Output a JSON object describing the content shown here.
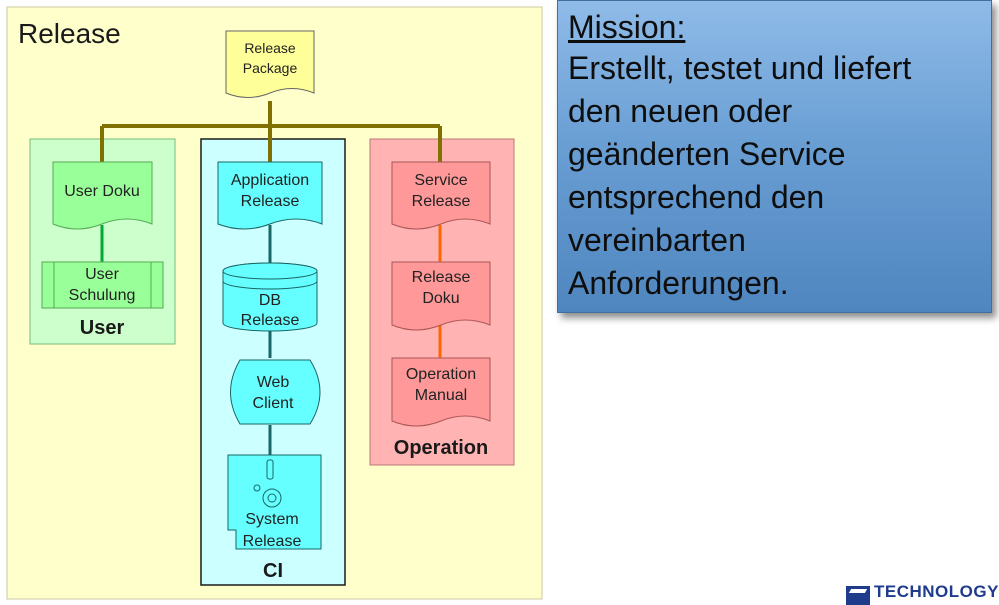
{
  "diagram": {
    "title": "Release",
    "root_node": {
      "label_lines": [
        "Release",
        "Package"
      ]
    },
    "groups": {
      "user": {
        "label": "User",
        "nodes": [
          {
            "label_lines": [
              "User Doku"
            ]
          },
          {
            "label_lines": [
              "User",
              "Schulung"
            ]
          }
        ]
      },
      "ci": {
        "label": "CI",
        "nodes": [
          {
            "label_lines": [
              "Application",
              "Release"
            ]
          },
          {
            "label_lines": [
              "DB",
              "Release"
            ]
          },
          {
            "label_lines": [
              "Web",
              "Client"
            ]
          },
          {
            "label_lines": [
              "System",
              "Release"
            ]
          }
        ]
      },
      "operation": {
        "label": "Operation",
        "nodes": [
          {
            "label_lines": [
              "Service",
              "Release"
            ]
          },
          {
            "label_lines": [
              "Release",
              "Doku"
            ]
          },
          {
            "label_lines": [
              "Operation",
              "Manual"
            ]
          }
        ]
      }
    }
  },
  "mission": {
    "heading": "Mission:",
    "lines": [
      "Erstellt, testet und liefert",
      "den neuen oder",
      "geänderten Service",
      "entsprechend den",
      "vereinbarten",
      "Anforderungen."
    ]
  },
  "logo": {
    "text": "TECHNOLOGY"
  },
  "colors": {
    "release_bg": "#ffffcc",
    "connector": "#807000",
    "user_group": "#ccffcc",
    "user_node": "#99ff99",
    "ci_group": "#ccffff",
    "ci_node": "#66ffff",
    "operation_group": "#ffb3b3",
    "operation_node": "#ff9999",
    "operation_link": "#ff6600"
  }
}
